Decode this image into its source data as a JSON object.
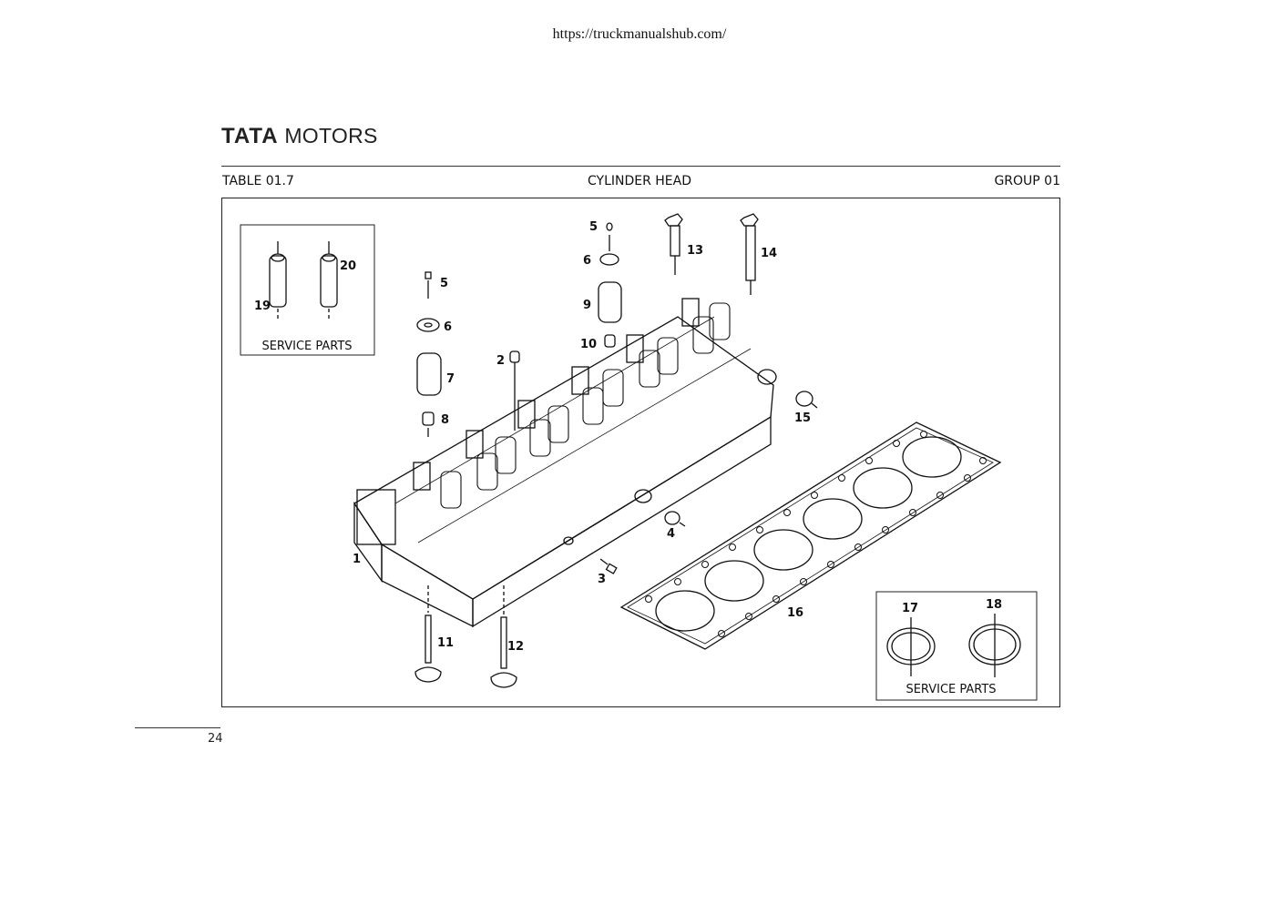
{
  "source_url": "https://truckmanualshub.com/",
  "brand": {
    "bold": "TATA",
    "light": "MOTORS"
  },
  "header": {
    "table": "TABLE 01.7",
    "title": "CYLINDER HEAD",
    "group": "GROUP 01"
  },
  "diagram": {
    "service_box_left_label": "SERVICE PARTS",
    "service_box_right_label": "SERVICE PARTS",
    "callouts": [
      "1",
      "2",
      "3",
      "4",
      "5",
      "5",
      "6",
      "6",
      "7",
      "8",
      "9",
      "10",
      "11",
      "12",
      "13",
      "14",
      "15",
      "16",
      "17",
      "18",
      "19",
      "20"
    ]
  },
  "page_number": "24"
}
